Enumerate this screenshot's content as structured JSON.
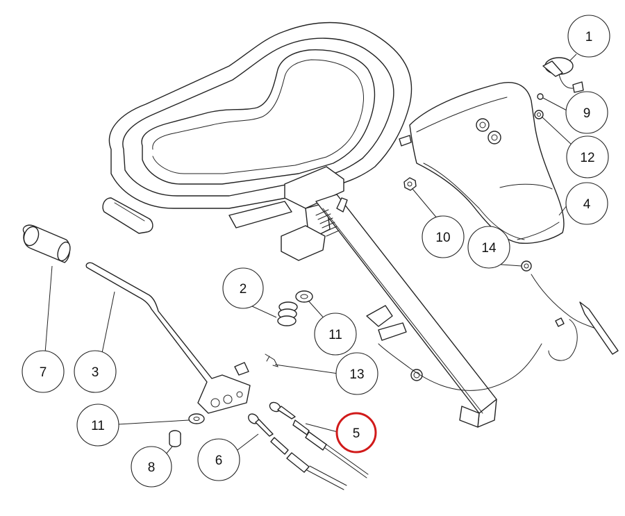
{
  "diagram": {
    "callouts": [
      {
        "id": "1",
        "label": "1"
      },
      {
        "id": "2",
        "label": "2"
      },
      {
        "id": "3",
        "label": "3"
      },
      {
        "id": "4",
        "label": "4"
      },
      {
        "id": "5",
        "label": "5",
        "highlighted": true
      },
      {
        "id": "6",
        "label": "6"
      },
      {
        "id": "7",
        "label": "7"
      },
      {
        "id": "8",
        "label": "8"
      },
      {
        "id": "9",
        "label": "9"
      },
      {
        "id": "10",
        "label": "10"
      },
      {
        "id": "11a",
        "label": "11"
      },
      {
        "id": "11b",
        "label": "11"
      },
      {
        "id": "12",
        "label": "12"
      },
      {
        "id": "13",
        "label": "13"
      },
      {
        "id": "14",
        "label": "14"
      }
    ],
    "colors": {
      "line": "#222222",
      "highlight": "#d11a1a",
      "background": "#ffffff"
    }
  }
}
